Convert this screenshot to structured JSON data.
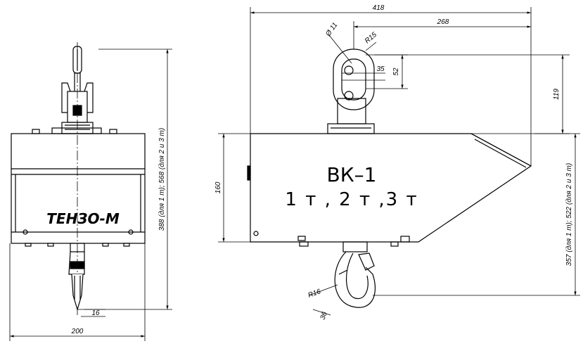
{
  "front_view": {
    "label": "ТЕНЗО-М",
    "dim_width": "200",
    "dim_hook": "16",
    "dim_height": "388 (для 1 т); 568 (для 2 и 3 т)"
  },
  "side_view": {
    "model": "ВК–1",
    "capacities": "1 т , 2 т ,3 т",
    "dim_total_width": "418",
    "dim_right_width": "268",
    "dim_ring_diameter": "Ø 11",
    "dim_ring_radius": "R15",
    "dim_ring_inner": "35",
    "dim_ring_height": "52",
    "dim_top_to_body": "119",
    "dim_body_height": "160",
    "dim_hook_radius": "R16",
    "dim_hook_width": "36",
    "dim_total_height": "357 (для 1 т); 522 (для 2 и 3 т)"
  }
}
